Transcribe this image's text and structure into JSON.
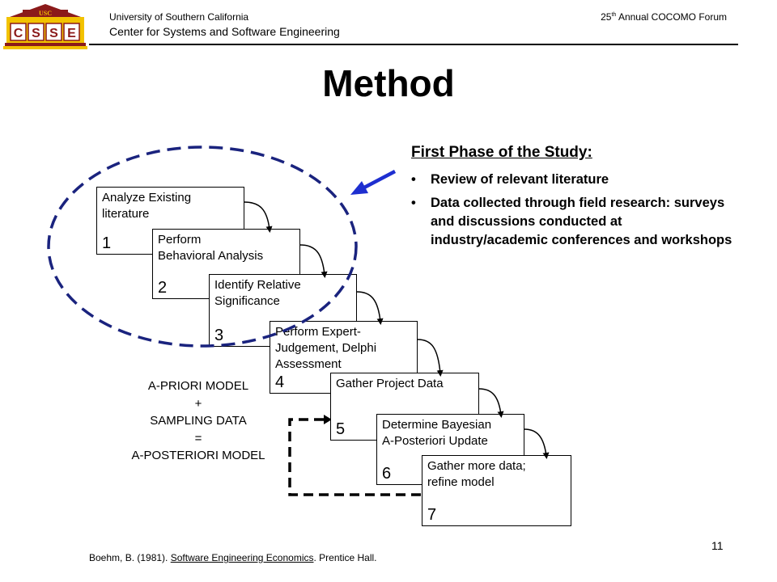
{
  "header": {
    "university": "University of Southern California",
    "center": "Center for Systems and Software Engineering",
    "forum_prefix": "25",
    "forum_sup": "th",
    "forum_suffix": " Annual COCOMO Forum"
  },
  "logo": {
    "top_text": "USC",
    "letters": [
      "C",
      "S",
      "S",
      "E"
    ],
    "colors": {
      "gold": "#f2c200",
      "cardinal": "#8b1a1a"
    }
  },
  "title": "Method",
  "phase": {
    "heading": "First Phase of the Study:",
    "bullet_glyph": "•",
    "bullets": [
      "Review of relevant literature",
      "Data collected through field research: surveys and discussions conducted at industry/academic conferences and workshops"
    ]
  },
  "steps": [
    {
      "label": "Analyze Existing\nliterature",
      "number": "1"
    },
    {
      "label": "Perform\nBehavioral Analysis",
      "number": "2"
    },
    {
      "label": "Identify Relative\nSignificance",
      "number": "3"
    },
    {
      "label": "Perform Expert-\nJudgement, Delphi\nAssessment",
      "number": "4"
    },
    {
      "label": "Gather Project Data",
      "number": "5"
    },
    {
      "label": "Determine Bayesian\nA-Posteriori Update",
      "number": "6"
    },
    {
      "label": "Gather more data;\nrefine model",
      "number": "7"
    }
  ],
  "formula": [
    "A-PRIORI MODEL",
    "+",
    "SAMPLING DATA",
    "=",
    "A-POSTERIORI MODEL"
  ],
  "colors": {
    "ellipse": "#1a237e",
    "arrow": "#1e2fd0"
  },
  "reference": {
    "pre": "Boehm, B. (1981). ",
    "book": "Software Engineering Economics",
    "post": ". Prentice Hall."
  },
  "page_number": "11"
}
